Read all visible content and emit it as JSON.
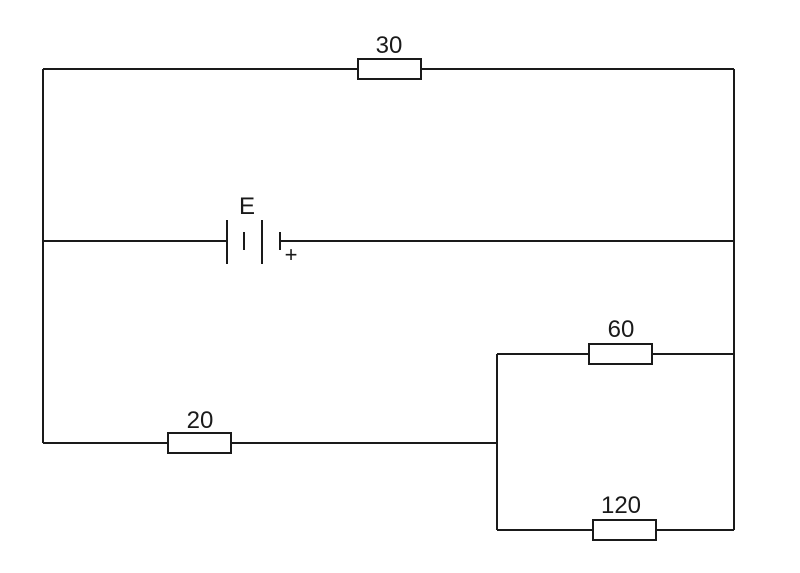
{
  "circuit": {
    "resistor_top": "30",
    "resistor_bottom_left": "20",
    "resistor_parallel_upper": "60",
    "resistor_parallel_lower": "120",
    "battery_label": "E",
    "battery_positive": "+"
  }
}
